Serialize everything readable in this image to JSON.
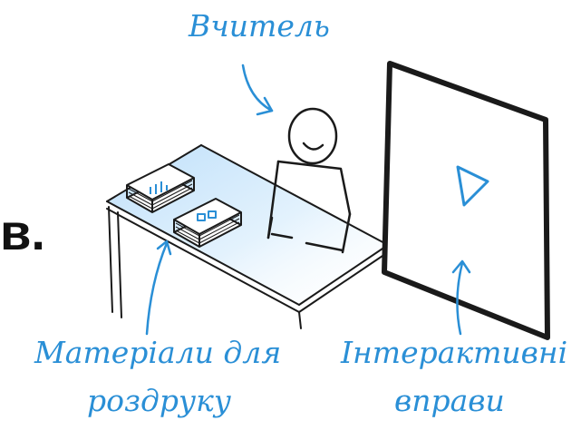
{
  "labels": {
    "teacher": "Вчитель",
    "printables_line1": "Матеріали для",
    "printables_line2": "роздруку",
    "interactive_line1": "Інтерактивні",
    "interactive_line2": "вправи"
  },
  "cropped_text": "в.",
  "colors": {
    "ink": "#1a1a1a",
    "accent": "#2a8fd6",
    "desk_fill": "#cfe8fb"
  }
}
